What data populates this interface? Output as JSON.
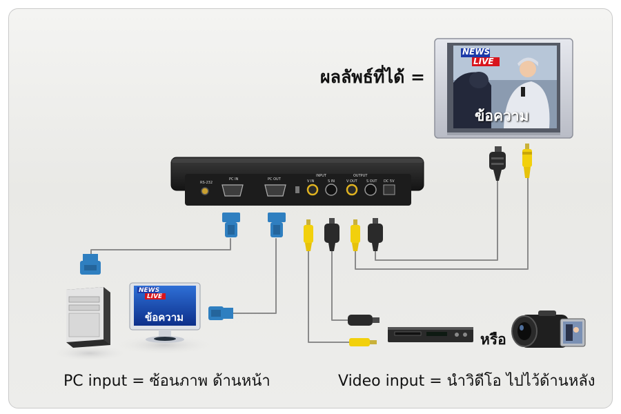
{
  "labels": {
    "result": "ผลลัพธ์ที่ได้ =",
    "pc_caption": "PC input = ซ้อนภาพ ด้านหน้า",
    "video_caption": "Video input = นำวิดีโอ ไปไว้ด้านหลัง",
    "or": "หรือ"
  },
  "screen": {
    "badge_news": "NEWS",
    "badge_live": "LIVE",
    "caption": "ข้อความ"
  },
  "device_ports": {
    "rs232": "RS-232",
    "pc_in": "PC IN",
    "pc_out": "PC OUT",
    "input": "INPUT",
    "output": "OUTPUT",
    "v_in": "V IN",
    "s_in": "S IN",
    "v_out": "V OUT",
    "s_out": "S OUT",
    "dc": "DC 5V"
  },
  "colors": {
    "vga_connector": "#2f7fc0",
    "rca_yellow": "#f2d00c",
    "svideo_black": "#2a2a2a",
    "wire_gray": "#8a8a8a",
    "news_badge": "#1b3aa8",
    "live_badge": "#d8141c"
  }
}
